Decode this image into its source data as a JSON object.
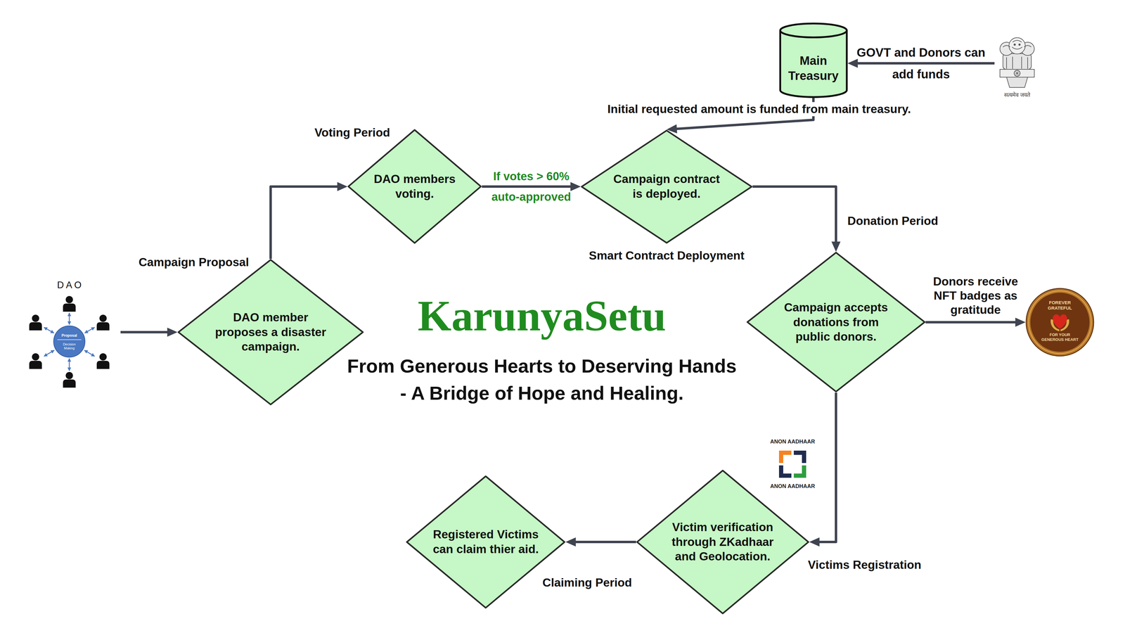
{
  "diagram": {
    "title": "KarunyaSetu",
    "caption": "From Generous Hearts to Deserving Hands - A Bridge of Hope and Healing.",
    "nodes": [
      {
        "text": [
          "D A O",
          "Proposal",
          "Decision Making"
        ]
      },
      {
        "text": [
          "DAO member proposes a disaster campaign."
        ]
      },
      {
        "text": [
          "DAO members voting."
        ]
      },
      {
        "text": [
          "Campaign contract is deployed."
        ]
      },
      {
        "text": [
          "Main Treasury"
        ]
      },
      {
        "text": [
          "सत्यमेव जयते"
        ]
      },
      {
        "text": [
          "Campaign accepts donations from public donors."
        ]
      },
      {
        "text": [
          "FOREVER GRATEFUL",
          "FOR YOUR GENEROUS HEART"
        ]
      },
      {
        "text": [
          "ANON AADHAAR",
          "ANON AADHAAR"
        ]
      },
      {
        "text": [
          "Victim verification through ZKadhaar and Geolocation."
        ]
      },
      {
        "text": [
          "Registered Victims can claim thier aid."
        ]
      }
    ],
    "edges": [
      {
        "from": 0,
        "to": 1,
        "arrow": "to"
      },
      {
        "from": 1,
        "to": 2,
        "arrow": "to"
      },
      {
        "from": 2,
        "to": 3,
        "label": "If votes > 60% auto-approved",
        "arrow": "to"
      },
      {
        "from": 5,
        "to": 4,
        "label": "GOVT and Donors can add funds",
        "arrow": "to"
      },
      {
        "from": 4,
        "to": 3,
        "label": "Initial requested amount is funded from main treasury.",
        "arrow": "to"
      },
      {
        "from": 3,
        "to": 6,
        "arrow": "to"
      },
      {
        "from": 6,
        "to": 7,
        "label": "Donors receive NFT badges as gratitude",
        "arrow": "to"
      },
      {
        "from": 6,
        "to": 9,
        "arrow": "to"
      },
      {
        "from": 9,
        "to": 10,
        "arrow": "to"
      }
    ],
    "labels": [
      "Campaign Proposal",
      "Voting Period",
      "Smart Contract Deployment",
      "Donation Period",
      "Victims Registration",
      "Claiming Period"
    ]
  }
}
